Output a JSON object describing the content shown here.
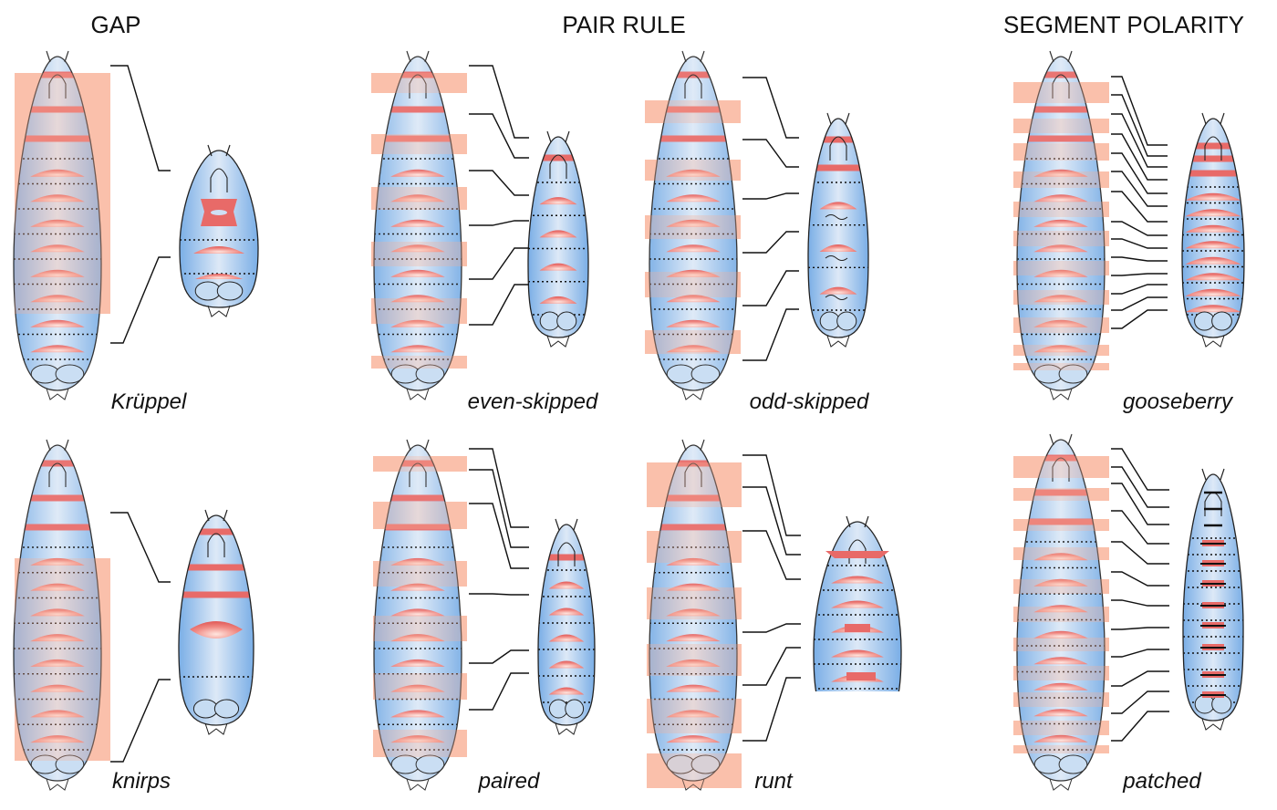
{
  "headers": {
    "gap": "GAP",
    "pair_rule": "PAIR RULE",
    "segment_polarity": "SEGMENT POLARITY"
  },
  "genes": {
    "kruppel": "Krüppel",
    "knirps": "knirps",
    "even_skipped": "even-skipped",
    "paired": "paired",
    "odd_skipped": "odd-skipped",
    "runt": "runt",
    "gooseberry": "gooseberry",
    "patched": "patched"
  },
  "colors": {
    "body_fill": "#b9d3ee",
    "body_edge": "#7aaee6",
    "band": "#e86a68",
    "domain": "#f9b8a1",
    "outline": "#222222"
  }
}
